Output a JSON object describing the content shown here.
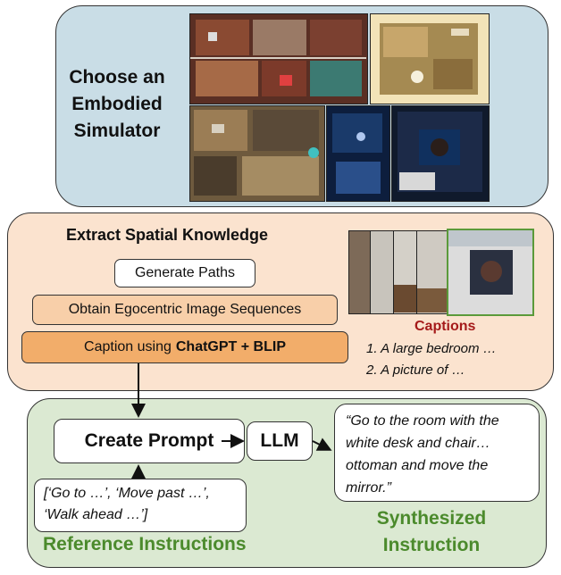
{
  "simulator": {
    "title": "Choose an Embodied Simulator",
    "thumbnails": [
      "floorplan-top-left",
      "floorplan-top-right",
      "floorplan-bottom-left",
      "floorplan-bottom-middle",
      "floorplan-bottom-right"
    ]
  },
  "spatial": {
    "title": "Extract Spatial Knowledge",
    "steps": {
      "generate": "Generate Paths",
      "obtain": "Obtain Egocentric Image Sequences",
      "caption_prefix": "Caption using",
      "caption_bold": "ChatGPT + BLIP"
    },
    "captions_title": "Captions",
    "captions": [
      "1. A large bedroom …",
      "2. A picture of …"
    ]
  },
  "synthesis": {
    "create_prompt": "Create Prompt",
    "llm": "LLM",
    "output_text": "“Go to the room with the white desk and chair…ottoman and move the mirror.”",
    "reference_text": "[‘Go to …’, ‘Move past …’, ‘Walk ahead …’]",
    "reference_label": "Reference Instructions",
    "synthesized_label": "Synthesized Instruction"
  },
  "colors": {
    "sim_panel": "#c9dde6",
    "spatial_panel": "#fbe3cf",
    "synth_panel": "#dbe9d2",
    "caption_title": "#a51a1a",
    "green_label": "#4b8a2c"
  }
}
